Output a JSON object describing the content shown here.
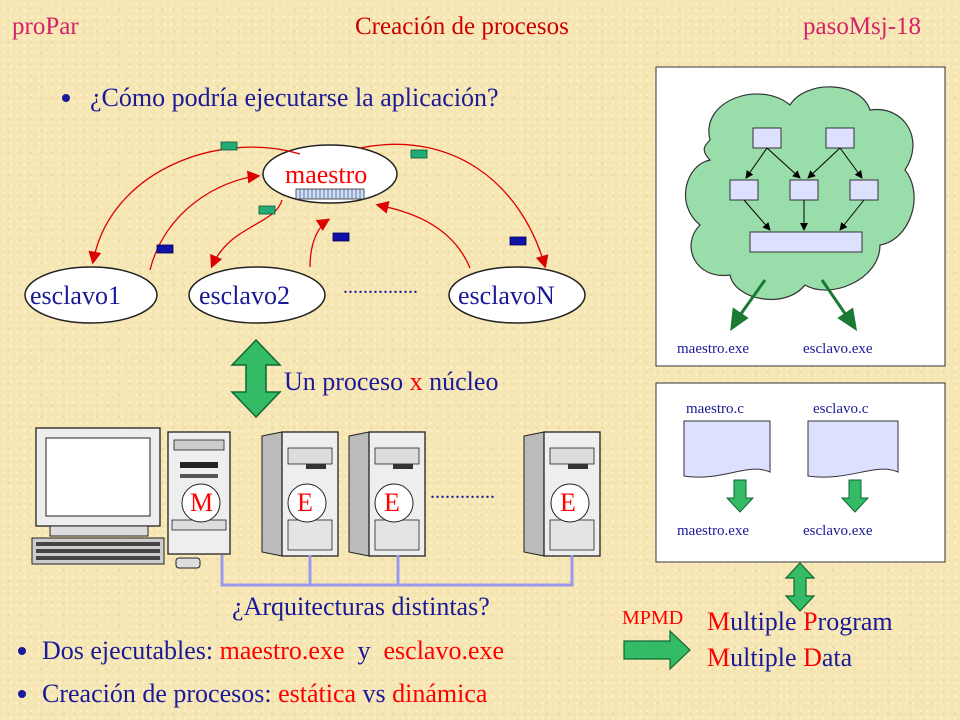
{
  "header": {
    "left": "proPar",
    "title": "Creación de procesos",
    "right": "pasoMsj-18"
  },
  "bullets": {
    "question": "¿Cómo podría ejecutarse la aplicación?",
    "two_exe_prefix": "Dos ejecutables: ",
    "two_exe_master": "maestro.exe",
    "two_exe_y": "  y  ",
    "two_exe_slave": "esclavo.exe",
    "creation_prefix": "Creación de procesos: ",
    "creation_static": "estática",
    "creation_vs": " vs ",
    "creation_dynamic": "dinámica"
  },
  "process_diagram": {
    "master": "maestro",
    "slave1": "esclavo1",
    "slave2": "esclavo2",
    "slaveN": "esclavoN",
    "ellipsis": "..............."
  },
  "one_per_core": {
    "prefix": "Un proceso ",
    "x": "x",
    "suffix": " núcleo"
  },
  "hardware": {
    "master_label": "M",
    "slave_label": "E",
    "ellipsis": ".............",
    "arch_question": "¿Arquitecturas distintas?"
  },
  "right_panel_top": {
    "label_master": "maestro.exe",
    "label_slave": "esclavo.exe"
  },
  "right_panel_bottom": {
    "src_master": "maestro.c",
    "src_slave": "esclavo.c",
    "exe_master": "maestro.exe",
    "exe_slave": "esclavo.exe"
  },
  "mpmd": {
    "acronym": "MPMD",
    "line1_m": "M",
    "line1_rest1": "ultiple ",
    "line1_p": "P",
    "line1_rest2": "rogram",
    "line2_m": "M",
    "line2_rest1": "ultiple ",
    "line2_d": "D",
    "line2_rest2": "ata"
  },
  "colors": {
    "accent_red": "#ff0000",
    "text_blue": "#1a1a99",
    "header_pink": "#d4226a",
    "arrow_green": "#33bb66",
    "cloud_green": "#99ddaa",
    "msg_green": "#22aa77",
    "msg_blue": "#1111aa"
  }
}
